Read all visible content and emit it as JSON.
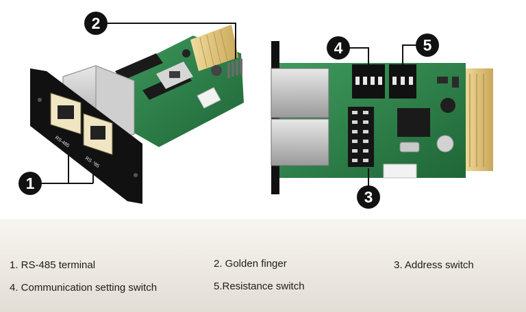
{
  "callouts": [
    {
      "number": "1"
    },
    {
      "number": "2"
    },
    {
      "number": "3"
    },
    {
      "number": "4"
    },
    {
      "number": "5"
    }
  ],
  "board_text": {
    "port_label_left": "RS-485",
    "port_label_right": "RS 485"
  },
  "legend": [
    {
      "text": "1. RS-485 terminal"
    },
    {
      "text": "2. Golden finger"
    },
    {
      "text": "3. Address switch"
    },
    {
      "text": "4. Communication setting switch"
    },
    {
      "text": "5.Resistance switch"
    }
  ],
  "colors": {
    "pcb": "#2e7d4a",
    "bracket": "#111111",
    "gold": "#e3c77a",
    "callout": "#111111",
    "dip": "#111111"
  }
}
